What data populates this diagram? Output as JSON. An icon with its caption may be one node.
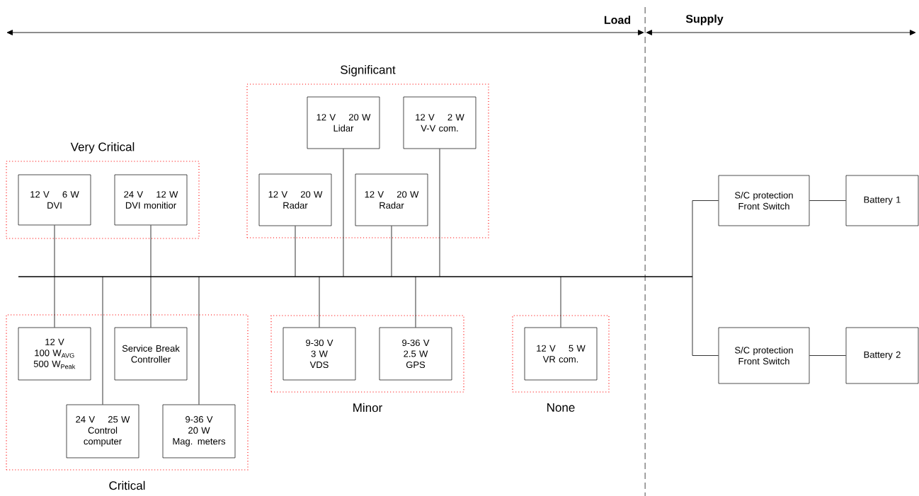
{
  "diagram": {
    "nodes": [
      {
        "text": [
          "Very Critical"
        ]
      },
      {
        "text": [
          "12 V",
          "6 W",
          "DVI"
        ],
        "in": 0
      },
      {
        "text": [
          "24 V",
          "12 W",
          "DVI monitior"
        ],
        "in": 0
      },
      {
        "text": [
          "Significant"
        ]
      },
      {
        "text": [
          "12 V",
          "20 W",
          "Lidar"
        ],
        "in": 3
      },
      {
        "text": [
          "12 V",
          "2 W",
          "V-V com."
        ],
        "in": 3
      },
      {
        "text": [
          "12 V",
          "20 W",
          "Radar"
        ],
        "in": 3
      },
      {
        "text": [
          "12 V",
          "20 W",
          "Radar"
        ],
        "in": 3
      },
      {
        "text": [],
        "shape": "bar"
      },
      {
        "text": [
          "S/C protection Front Switch"
        ]
      },
      {
        "text": [
          "Battery 1"
        ]
      },
      {
        "text": [
          "Critical"
        ]
      },
      {
        "text": [
          "12 V",
          "100 W$_{AVG}$",
          "500 W$_{Peak}$"
        ],
        "in": 11
      },
      {
        "text": [
          "Service Break Controller"
        ],
        "in": 11
      },
      {
        "text": [
          "24 V",
          "25 W",
          "Control computer"
        ],
        "in": 11
      },
      {
        "text": [
          "9-36 V",
          "20 W",
          "Mag. meters"
        ],
        "in": 11
      },
      {
        "text": [
          "Minor"
        ]
      },
      {
        "text": [
          "9-30 V",
          "3 W",
          "VDS"
        ],
        "in": 16
      },
      {
        "text": [
          "9-36 V",
          "2.5 W",
          "GPS"
        ],
        "in": 16
      },
      {
        "text": [
          "None"
        ]
      },
      {
        "text": [
          "12 V",
          "5 W",
          "VR com."
        ],
        "in": 19
      },
      {
        "text": [
          "S/C protection Front Switch"
        ]
      },
      {
        "text": [
          "Battery 2"
        ]
      }
    ],
    "edges": [
      {
        "from": 1,
        "to": 8,
        "arrow": "none"
      },
      {
        "from": 2,
        "to": 8,
        "arrow": "none"
      },
      {
        "from": 6,
        "to": 8,
        "arrow": "none"
      },
      {
        "from": 4,
        "to": 8,
        "arrow": "none"
      },
      {
        "from": 7,
        "to": 8,
        "arrow": "none"
      },
      {
        "from": 5,
        "to": 8,
        "arrow": "none"
      },
      {
        "from": 8,
        "to": 12,
        "arrow": "none"
      },
      {
        "from": 8,
        "to": 14,
        "arrow": "none"
      },
      {
        "from": 8,
        "to": 13,
        "arrow": "none"
      },
      {
        "from": 8,
        "to": 15,
        "arrow": "none"
      },
      {
        "from": 8,
        "to": 17,
        "arrow": "none"
      },
      {
        "from": 8,
        "to": 18,
        "arrow": "none"
      },
      {
        "from": 8,
        "to": 20,
        "arrow": "none"
      },
      {
        "from": 8,
        "to": 9,
        "arrow": "none"
      },
      {
        "from": 8,
        "to": 21,
        "arrow": "none"
      },
      {
        "from": 9,
        "to": 10,
        "arrow": "none"
      },
      {
        "from": 21,
        "to": 22,
        "arrow": "none"
      }
    ],
    "labels": [
      "Load",
      "Supply"
    ]
  }
}
